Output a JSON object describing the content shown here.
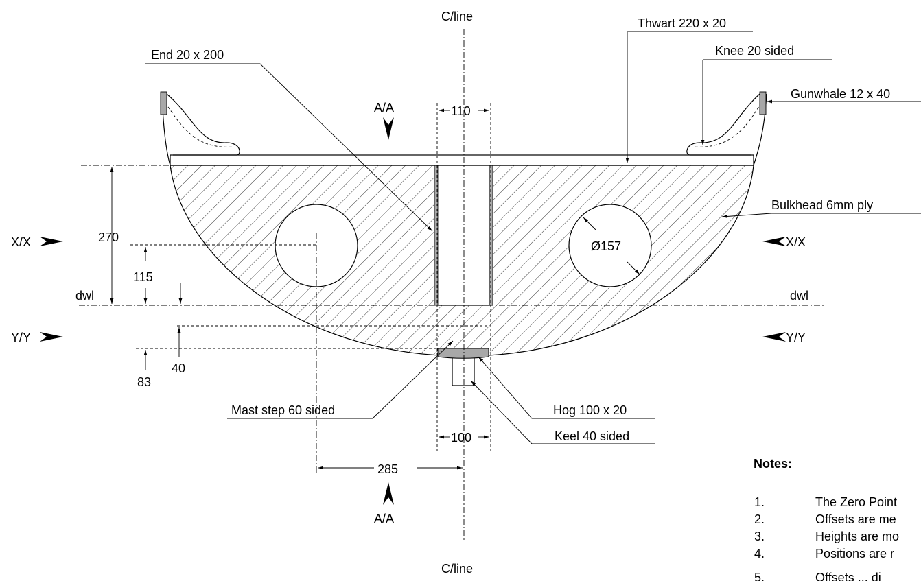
{
  "labels": {
    "cline_top": "C/line",
    "cline_bottom": "C/line",
    "thwart": "Thwart 220 x 20",
    "end": "End 20 x 200",
    "knee": "Knee 20 sided",
    "gunwhale": "Gunwhale 12 x 40",
    "bulkhead": "Bulkhead 6mm ply",
    "mast_step": "Mast step 60 sided",
    "hog": "Hog 100 x 20",
    "keel": "Keel 40 sided"
  },
  "sections": {
    "aa_top": "A/A",
    "aa_bottom": "A/A",
    "xx_left": "X/X",
    "xx_right": "X/X",
    "yy_left": "Y/Y",
    "yy_right": "Y/Y"
  },
  "dimensions": {
    "d270": "270",
    "d115": "115",
    "dwl_left": "dwl",
    "dwl_right": "dwl",
    "d40": "40",
    "d83": "83",
    "d110": "110",
    "d100": "100",
    "d285": "285",
    "hole_diameter": "Ø157"
  },
  "notes": {
    "title": "Notes:",
    "items": [
      {
        "num": "1.",
        "text": "The Zero Point"
      },
      {
        "num": "2.",
        "text": "Offsets are me"
      },
      {
        "num": "3.",
        "text": "Heights are mo"
      },
      {
        "num": "4.",
        "text": "Positions are r"
      },
      {
        "num": "5.",
        "text": "Offsets ... di"
      }
    ]
  }
}
